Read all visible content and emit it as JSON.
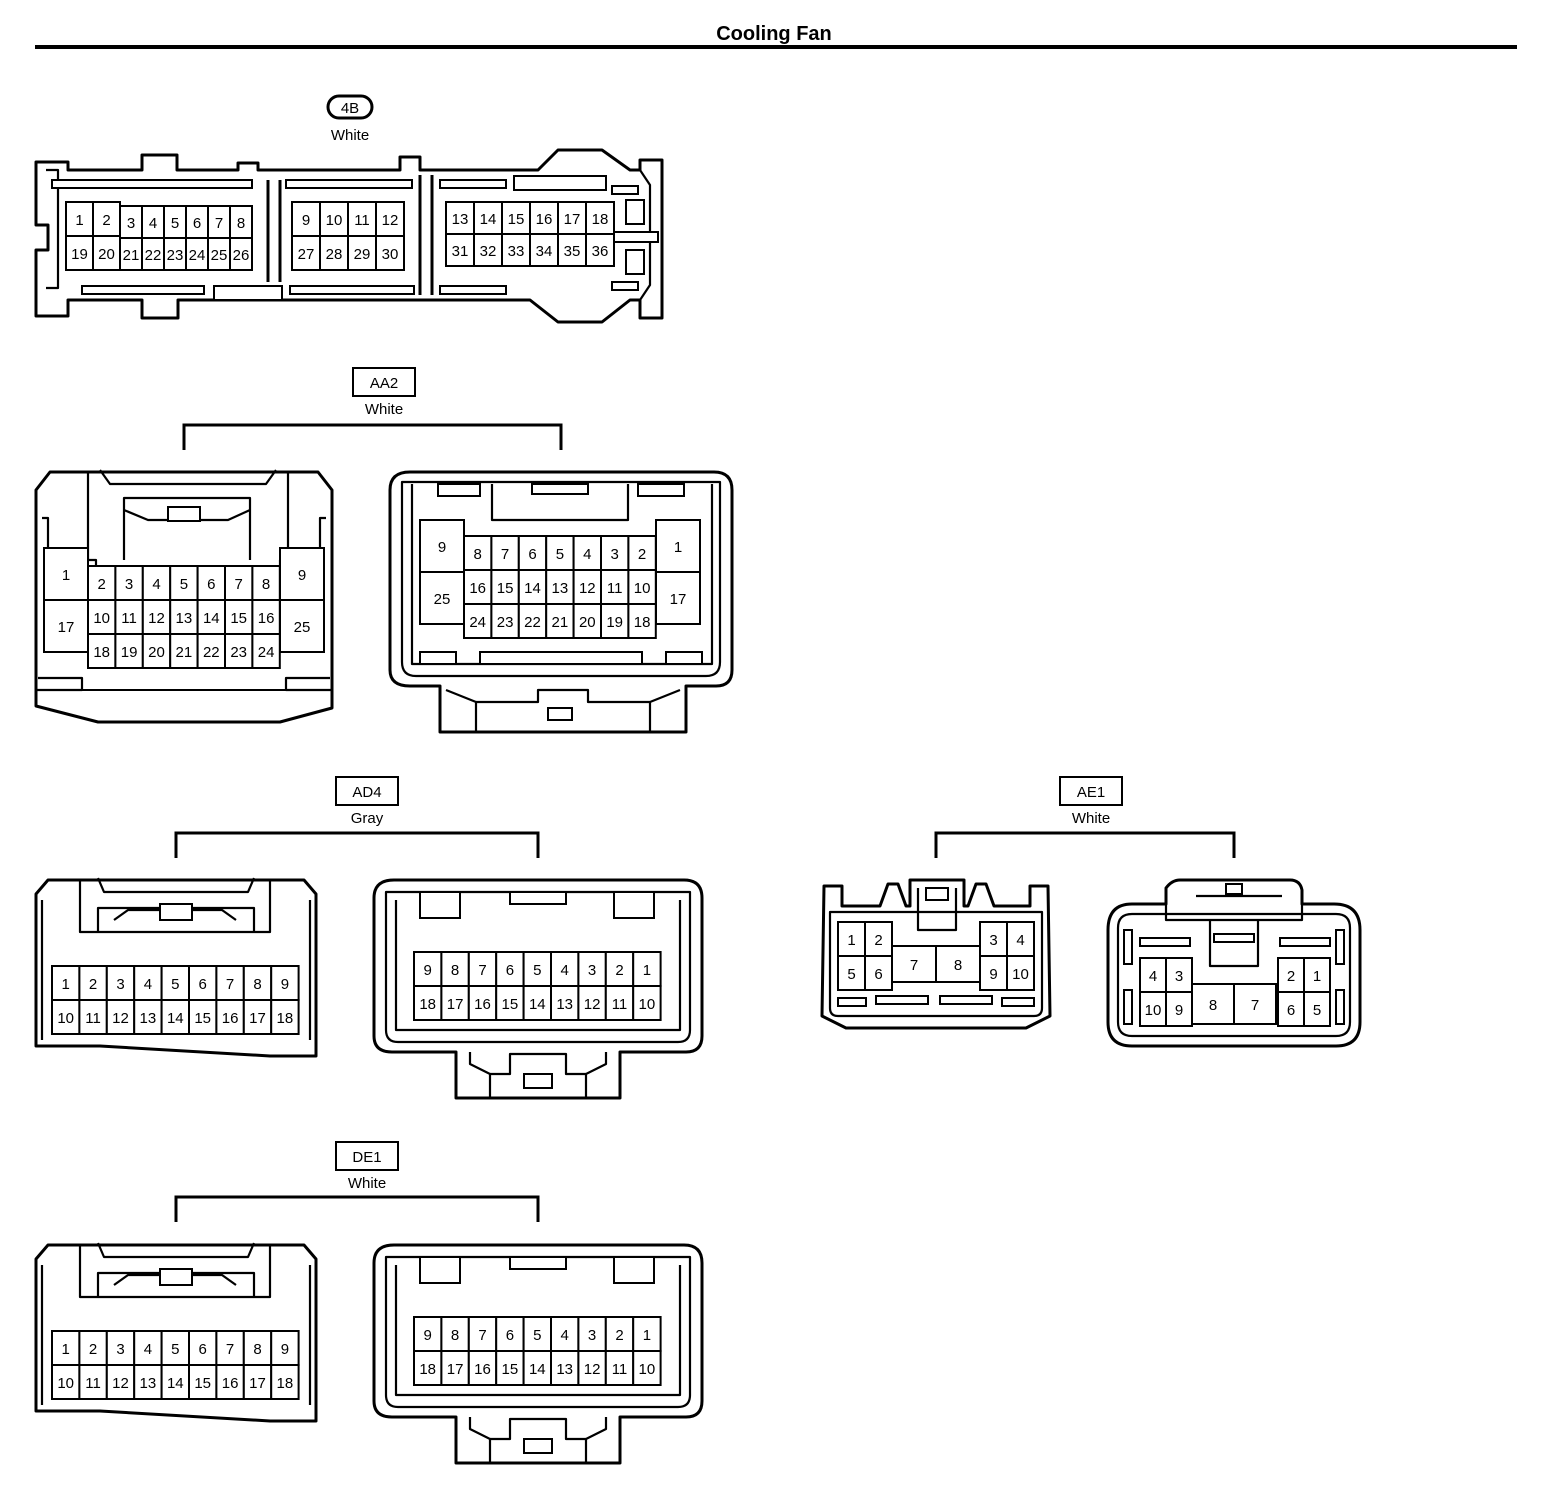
{
  "title": "Cooling Fan",
  "connectors": {
    "c4b": {
      "code": "4B",
      "color": "White"
    },
    "aa2": {
      "code": "AA2",
      "color": "White"
    },
    "ad4": {
      "code": "AD4",
      "color": "Gray"
    },
    "ae1": {
      "code": "AE1",
      "color": "White"
    },
    "de1": {
      "code": "DE1",
      "color": "White"
    }
  },
  "pins": {
    "c4b_top": [
      "1",
      "2",
      "3",
      "4",
      "5",
      "6",
      "7",
      "8",
      "9",
      "10",
      "11",
      "12",
      "13",
      "14",
      "15",
      "16",
      "17",
      "18"
    ],
    "c4b_bot": [
      "19",
      "20",
      "21",
      "22",
      "23",
      "24",
      "25",
      "26",
      "27",
      "28",
      "29",
      "30",
      "31",
      "32",
      "33",
      "34",
      "35",
      "36"
    ],
    "aa2_left": {
      "side_l": [
        "1",
        "17"
      ],
      "row1": [
        "2",
        "3",
        "4",
        "5",
        "6",
        "7",
        "8"
      ],
      "row2": [
        "10",
        "11",
        "12",
        "13",
        "14",
        "15",
        "16"
      ],
      "row3": [
        "18",
        "19",
        "20",
        "21",
        "22",
        "23",
        "24"
      ],
      "side_r": [
        "9",
        "25"
      ]
    },
    "aa2_right": {
      "side_l": [
        "9",
        "25"
      ],
      "row1": [
        "8",
        "7",
        "6",
        "5",
        "4",
        "3",
        "2"
      ],
      "row2": [
        "16",
        "15",
        "14",
        "13",
        "12",
        "11",
        "10"
      ],
      "row3": [
        "24",
        "23",
        "22",
        "21",
        "20",
        "19",
        "18"
      ],
      "side_r": [
        "1",
        "17"
      ]
    },
    "nine_left_row1": [
      "1",
      "2",
      "3",
      "4",
      "5",
      "6",
      "7",
      "8",
      "9"
    ],
    "nine_left_row2": [
      "10",
      "11",
      "12",
      "13",
      "14",
      "15",
      "16",
      "17",
      "18"
    ],
    "nine_right_row1": [
      "9",
      "8",
      "7",
      "6",
      "5",
      "4",
      "3",
      "2",
      "1"
    ],
    "nine_right_row2": [
      "18",
      "17",
      "16",
      "15",
      "14",
      "13",
      "12",
      "11",
      "10"
    ],
    "ae1_left": [
      "1",
      "2",
      "5",
      "6",
      "7",
      "8",
      "3",
      "4",
      "9",
      "10"
    ],
    "ae1_right": [
      "4",
      "3",
      "10",
      "9",
      "8",
      "7",
      "2",
      "1",
      "6",
      "5"
    ]
  }
}
